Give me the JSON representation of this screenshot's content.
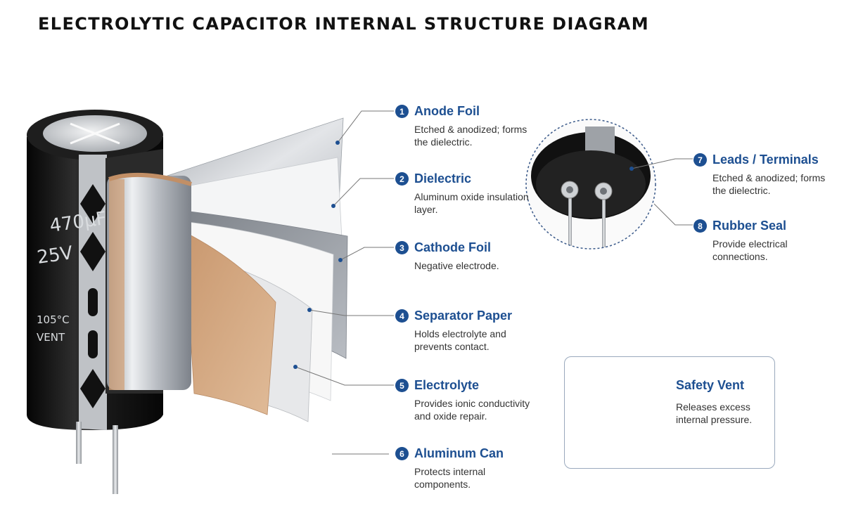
{
  "title": "ELECTROLYTIC CAPACITOR INTERNAL STRUCTURE DIAGRAM",
  "capacitor": {
    "capacitance": "470µF",
    "voltage": "25V",
    "temperature": "105°C",
    "vent": "VENT"
  },
  "components": [
    {
      "number": "1",
      "name": "Anode Foil",
      "desc": "Etched & anodized; forms the dielectric."
    },
    {
      "number": "2",
      "name": "Dielectric",
      "desc": "Aluminum oxide insulation layer."
    },
    {
      "number": "3",
      "name": "Cathode Foil",
      "desc": "Negative electrode."
    },
    {
      "number": "4",
      "name": "Separator Paper",
      "desc": "Holds electrolyte and prevents contact."
    },
    {
      "number": "5",
      "name": "Electrolyte",
      "desc": "Provides ionic conductivity and oxide repair."
    },
    {
      "number": "6",
      "name": "Aluminum Can",
      "desc": "Protects internal components."
    },
    {
      "number": "7",
      "name": "Leads / Terminals",
      "desc": "Etched & anodized; forms the dielectric."
    },
    {
      "number": "8",
      "name": "Rubber Seal",
      "desc": "Provide electrical connections."
    }
  ],
  "safety_vent": {
    "title": "Safety Vent",
    "desc": "Releases excess internal pressure."
  },
  "colors": {
    "accent": "#1d4f91",
    "can_sleeve": "#161616",
    "foil": "#c9ccd1",
    "paper": "#d2a886",
    "leader": "#666666"
  }
}
